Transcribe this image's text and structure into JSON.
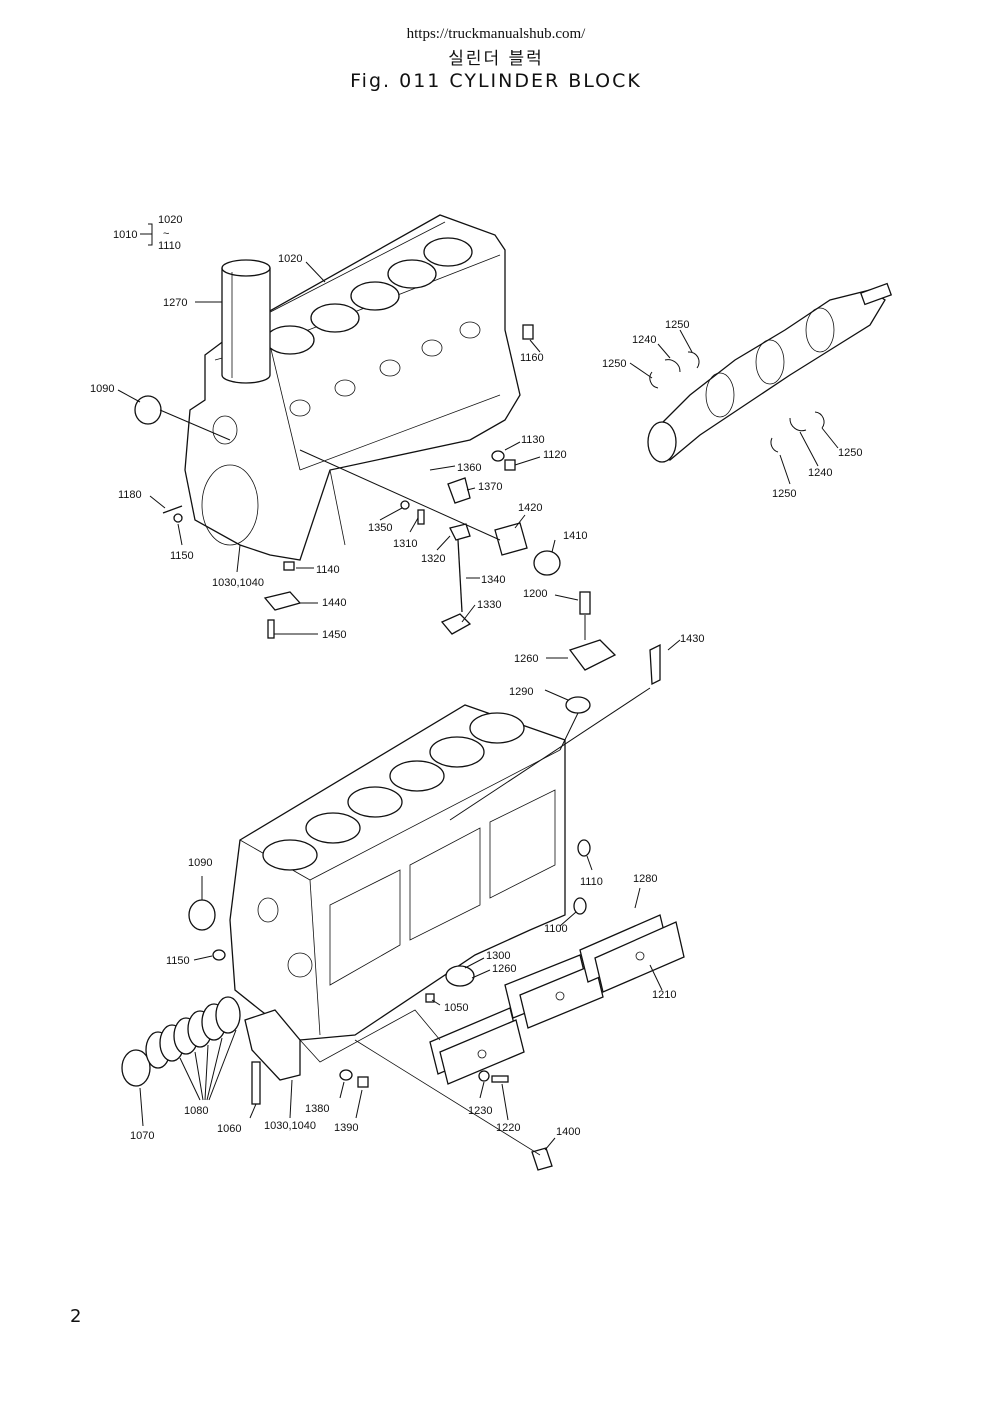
{
  "header": {
    "url": "https://truckmanualshub.com/",
    "title_ko": "실린더 블럭",
    "title_en": "Fig. 011 CYLINDER BLOCK"
  },
  "footer": {
    "page_number": "2"
  },
  "callouts": {
    "c1010": "1010",
    "c1020_top": "1020",
    "c1020_tilde": "~",
    "c1110_top": "1110",
    "c1020": "1020",
    "c1270": "1270",
    "c1160": "1160",
    "c1090_top": "1090",
    "c1130": "1130",
    "c1120": "1120",
    "c1360": "1360",
    "c1370": "1370",
    "c1180": "1180",
    "c1150_top": "1150",
    "c1350": "1350",
    "c1310": "1310",
    "c1420": "1420",
    "c1410": "1410",
    "c1320": "1320",
    "c1030_top": "1030,1040",
    "c1140": "1140",
    "c1340": "1340",
    "c1440": "1440",
    "c1330": "1330",
    "c1450": "1450",
    "c1200": "1200",
    "c1430": "1430",
    "c1260_top": "1260",
    "c1290": "1290",
    "c1250_a": "1250",
    "c1240_a": "1240",
    "c1250_b": "1250",
    "c1250_c": "1250",
    "c1240_b": "1240",
    "c1250_d": "1250",
    "c1090_bot": "1090",
    "c1110": "1110",
    "c1280": "1280",
    "c1100": "1100",
    "c1150_bot": "1150",
    "c1300": "1300",
    "c1260_bot": "1260",
    "c1210": "1210",
    "c1050": "1050",
    "c1080": "1080",
    "c1070": "1070",
    "c1060": "1060",
    "c1030_bot": "1030,1040",
    "c1380": "1380",
    "c1390": "1390",
    "c1230": "1230",
    "c1220": "1220",
    "c1400": "1400"
  }
}
